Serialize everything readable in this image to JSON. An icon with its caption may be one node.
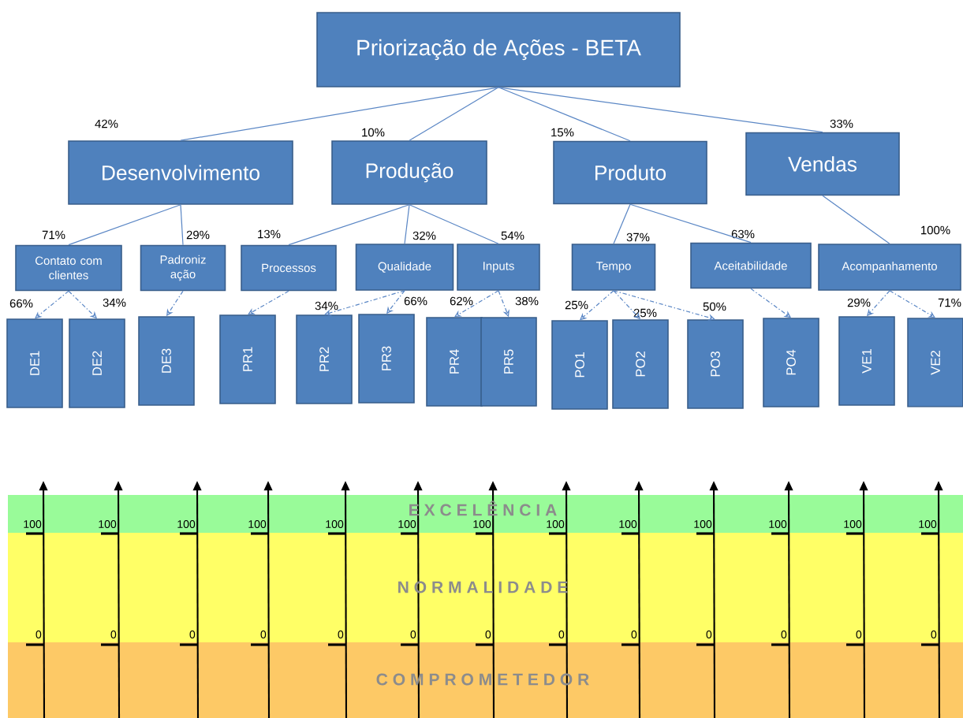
{
  "diagram": {
    "nodes": [
      {
        "text": [
          "Priorização de Ações - BETA"
        ]
      },
      {
        "text": [
          "Desenvolvimento"
        ],
        "beside": [
          "42%"
        ]
      },
      {
        "text": [
          "Produção"
        ],
        "beside": [
          "10%"
        ]
      },
      {
        "text": [
          "Produto"
        ],
        "beside": [
          "15%"
        ]
      },
      {
        "text": [
          "Vendas"
        ],
        "beside": [
          "33%"
        ]
      },
      {
        "text": [
          "Contato com clientes"
        ],
        "beside": [
          "71%"
        ]
      },
      {
        "text": [
          "Padroniz ação"
        ],
        "beside": [
          "29%"
        ]
      },
      {
        "text": [
          "Processos"
        ],
        "beside": [
          "13%"
        ]
      },
      {
        "text": [
          "Qualidade"
        ],
        "beside": [
          "32%"
        ]
      },
      {
        "text": [
          "Inputs"
        ],
        "beside": [
          "54%"
        ]
      },
      {
        "text": [
          "Tempo"
        ],
        "beside": [
          "37%"
        ]
      },
      {
        "text": [
          "Aceitabilidade"
        ],
        "beside": [
          "63%"
        ]
      },
      {
        "text": [
          "Acompanhamento"
        ],
        "beside": [
          "100%"
        ]
      },
      {
        "text": [
          "DE1"
        ],
        "beside": [
          "66%"
        ]
      },
      {
        "text": [
          "DE2"
        ],
        "beside": [
          "34%"
        ]
      },
      {
        "text": [
          "DE3"
        ]
      },
      {
        "text": [
          "PR1"
        ]
      },
      {
        "text": [
          "PR2"
        ],
        "beside": [
          "34%"
        ]
      },
      {
        "text": [
          "PR3"
        ],
        "beside": [
          "66%"
        ]
      },
      {
        "text": [
          "PR4"
        ],
        "beside": [
          "62%"
        ]
      },
      {
        "text": [
          "PR5"
        ],
        "beside": [
          "38%"
        ]
      },
      {
        "text": [
          "PO1"
        ],
        "beside": [
          "25%"
        ]
      },
      {
        "text": [
          "PO2"
        ],
        "beside": [
          "25%"
        ]
      },
      {
        "text": [
          "PO3"
        ],
        "beside": [
          "50%"
        ]
      },
      {
        "text": [
          "PO4"
        ]
      },
      {
        "text": [
          "VE1"
        ],
        "beside": [
          "29%"
        ]
      },
      {
        "text": [
          "VE2"
        ],
        "beside": [
          "71%"
        ]
      }
    ],
    "edges": [
      {
        "from": 0,
        "to": 1,
        "arrow": "none"
      },
      {
        "from": 0,
        "to": 2,
        "arrow": "none"
      },
      {
        "from": 0,
        "to": 3,
        "arrow": "none"
      },
      {
        "from": 0,
        "to": 4,
        "arrow": "none"
      },
      {
        "from": 1,
        "to": 5,
        "arrow": "none"
      },
      {
        "from": 1,
        "to": 6,
        "arrow": "none"
      },
      {
        "from": 2,
        "to": 7,
        "arrow": "none"
      },
      {
        "from": 2,
        "to": 8,
        "arrow": "none"
      },
      {
        "from": 2,
        "to": 9,
        "arrow": "none"
      },
      {
        "from": 3,
        "to": 10,
        "arrow": "none"
      },
      {
        "from": 3,
        "to": 11,
        "arrow": "none"
      },
      {
        "from": 4,
        "to": 12,
        "arrow": "none"
      },
      {
        "from": 5,
        "to": 13,
        "arrow": "to",
        "style": "dashed"
      },
      {
        "from": 5,
        "to": 14,
        "arrow": "to",
        "style": "dashed"
      },
      {
        "from": 6,
        "to": 15,
        "arrow": "to",
        "style": "dashed"
      },
      {
        "from": 7,
        "to": 16,
        "arrow": "to",
        "style": "dashed"
      },
      {
        "from": 8,
        "to": 17,
        "arrow": "to",
        "style": "dashed"
      },
      {
        "from": 8,
        "to": 18,
        "arrow": "to",
        "style": "dashed"
      },
      {
        "from": 9,
        "to": 19,
        "arrow": "to",
        "style": "dashed"
      },
      {
        "from": 9,
        "to": 20,
        "arrow": "to",
        "style": "dashed"
      },
      {
        "from": 10,
        "to": 21,
        "arrow": "to",
        "style": "dashed"
      },
      {
        "from": 10,
        "to": 22,
        "arrow": "to",
        "style": "dashed"
      },
      {
        "from": 10,
        "to": 23,
        "arrow": "to",
        "style": "dashed"
      },
      {
        "from": 11,
        "to": 24,
        "arrow": "to",
        "style": "dashed"
      },
      {
        "from": 12,
        "to": 25,
        "arrow": "to",
        "style": "dashed"
      },
      {
        "from": 12,
        "to": 26,
        "arrow": "to",
        "style": "dashed"
      }
    ],
    "labels": [
      "E X C E L Ê N C I A",
      "100",
      "100",
      "100",
      "100",
      "100",
      "100",
      "100",
      "100",
      "100",
      "100",
      "100",
      "100",
      "100",
      "N O R M A L I D A D E",
      "0",
      "0",
      "0",
      "0",
      "0",
      "0",
      "0",
      "0",
      "0",
      "0",
      "0",
      "0",
      "0",
      "C O M P R O M E T E D O R"
    ]
  }
}
